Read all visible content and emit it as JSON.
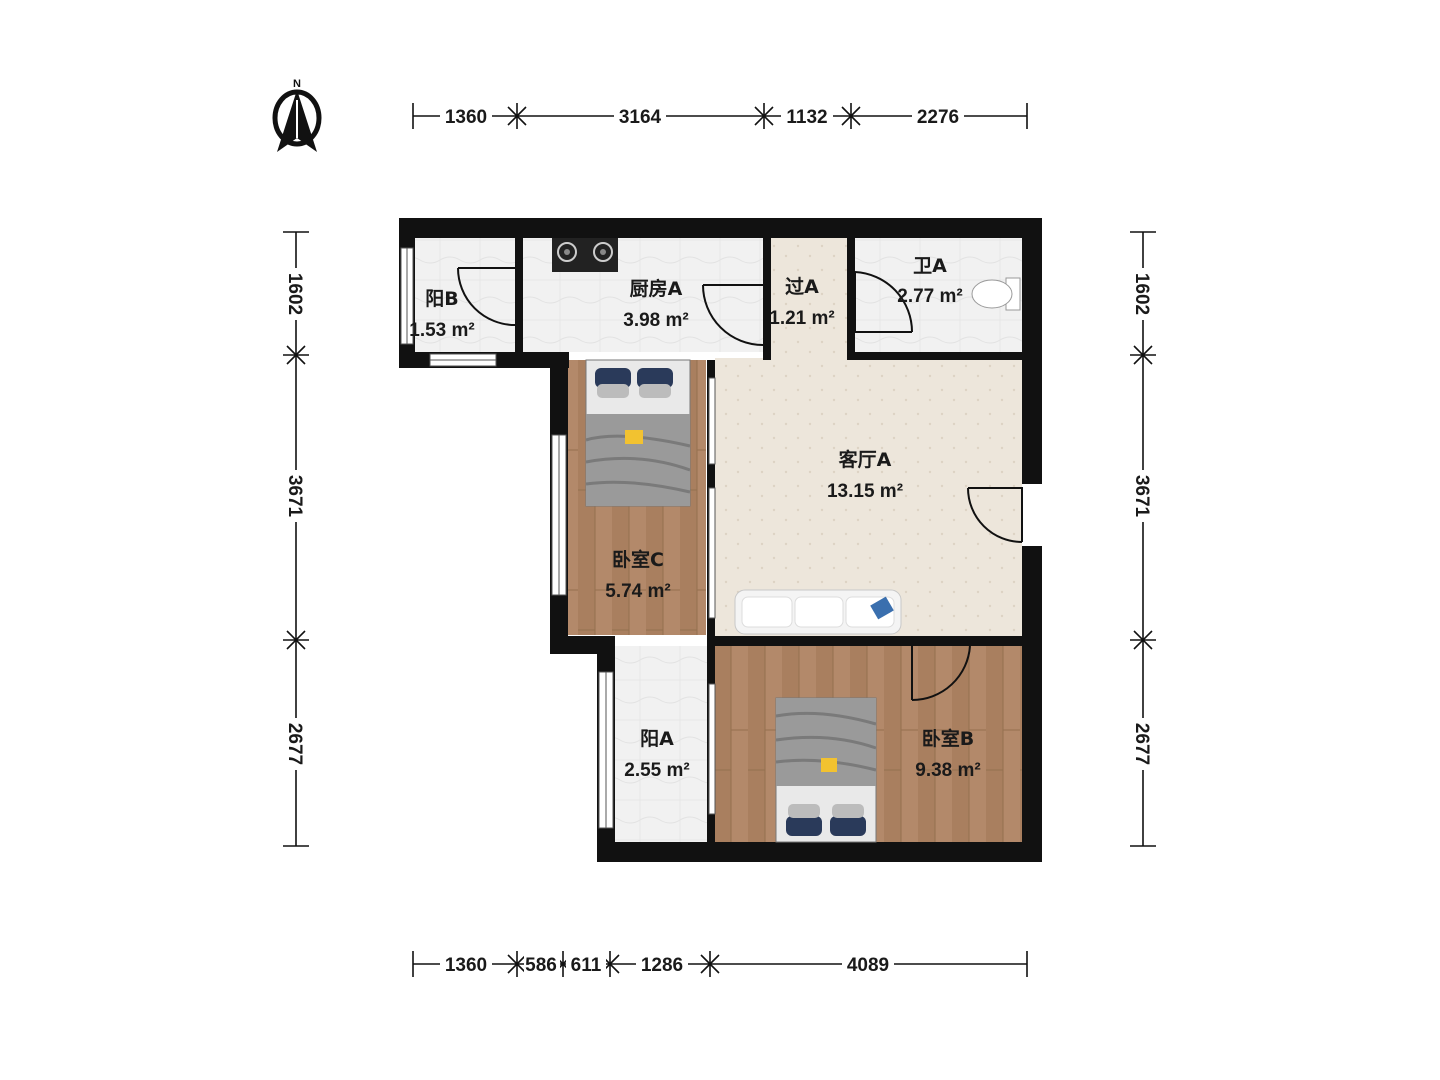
{
  "compass": {
    "label": "N"
  },
  "dimensions": {
    "top": [
      "1360",
      "3164",
      "1132",
      "2276"
    ],
    "bottom": [
      "1360",
      "586",
      "611",
      "1286",
      "4089"
    ],
    "left": [
      "1602",
      "3671",
      "2677"
    ],
    "right": [
      "1602",
      "3671",
      "2677"
    ]
  },
  "rooms": [
    {
      "name": "阳B",
      "area": "1.53 m²"
    },
    {
      "name": "厨房A",
      "area": "3.98 m²"
    },
    {
      "name": "过A",
      "area": "1.21 m²"
    },
    {
      "name": "卫A",
      "area": "2.77 m²"
    },
    {
      "name": "客厅A",
      "area": "13.15 m²"
    },
    {
      "name": "卧室C",
      "area": "5.74 m²"
    },
    {
      "name": "阳A",
      "area": "2.55 m²"
    },
    {
      "name": "卧室B",
      "area": "9.38 m²"
    }
  ],
  "colors": {
    "wall": "#111111",
    "wood": "#b08a63",
    "tile": "#eeeeee",
    "living": "#ece6dc"
  }
}
